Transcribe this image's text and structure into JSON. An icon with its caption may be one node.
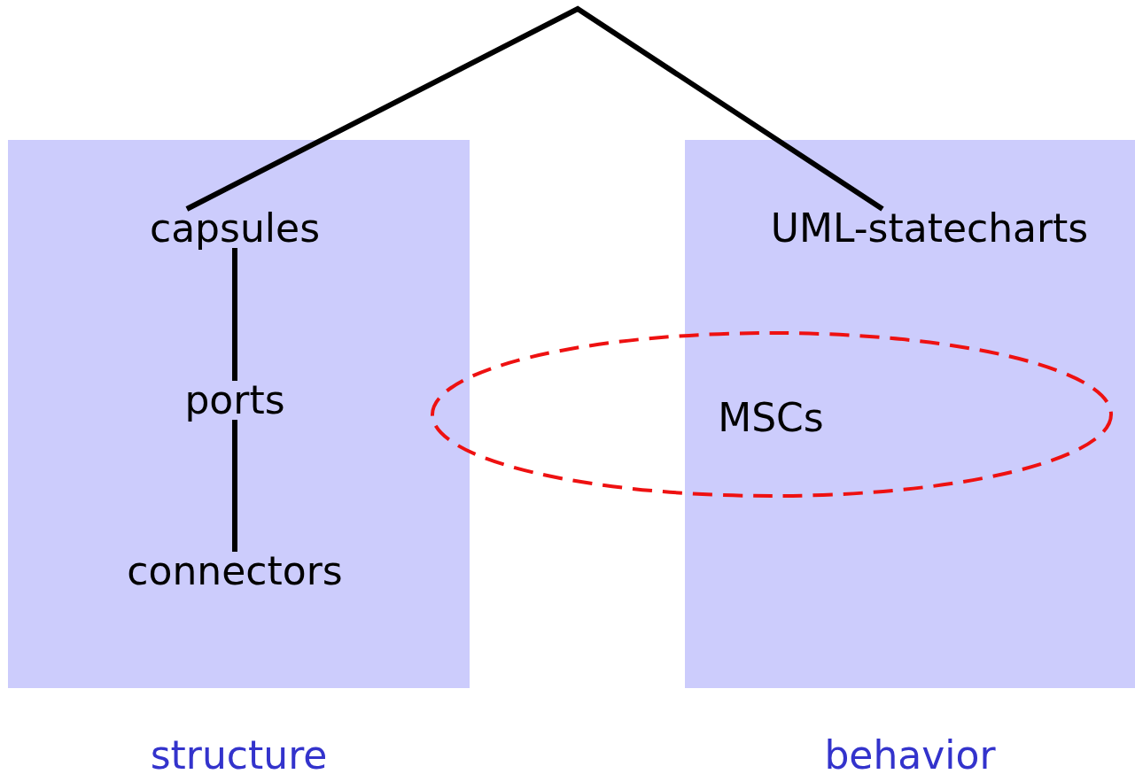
{
  "diagram": {
    "nodes": [
      {
        "text": [
          "structure"
        ]
      },
      {
        "text": [
          "capsules"
        ],
        "in": 0
      },
      {
        "text": [
          "ports"
        ],
        "in": 0
      },
      {
        "text": [
          "connectors"
        ],
        "in": 0
      },
      {
        "text": [
          "behavior"
        ]
      },
      {
        "text": [
          "UML-statecharts"
        ],
        "in": 4
      },
      {
        "text": [
          "MSCs"
        ]
      }
    ],
    "edges": [
      {
        "from": 1,
        "to": 5,
        "arrow": "none"
      },
      {
        "from": 1,
        "to": 2,
        "arrow": "none"
      },
      {
        "from": 2,
        "to": 3,
        "arrow": "none"
      }
    ]
  }
}
